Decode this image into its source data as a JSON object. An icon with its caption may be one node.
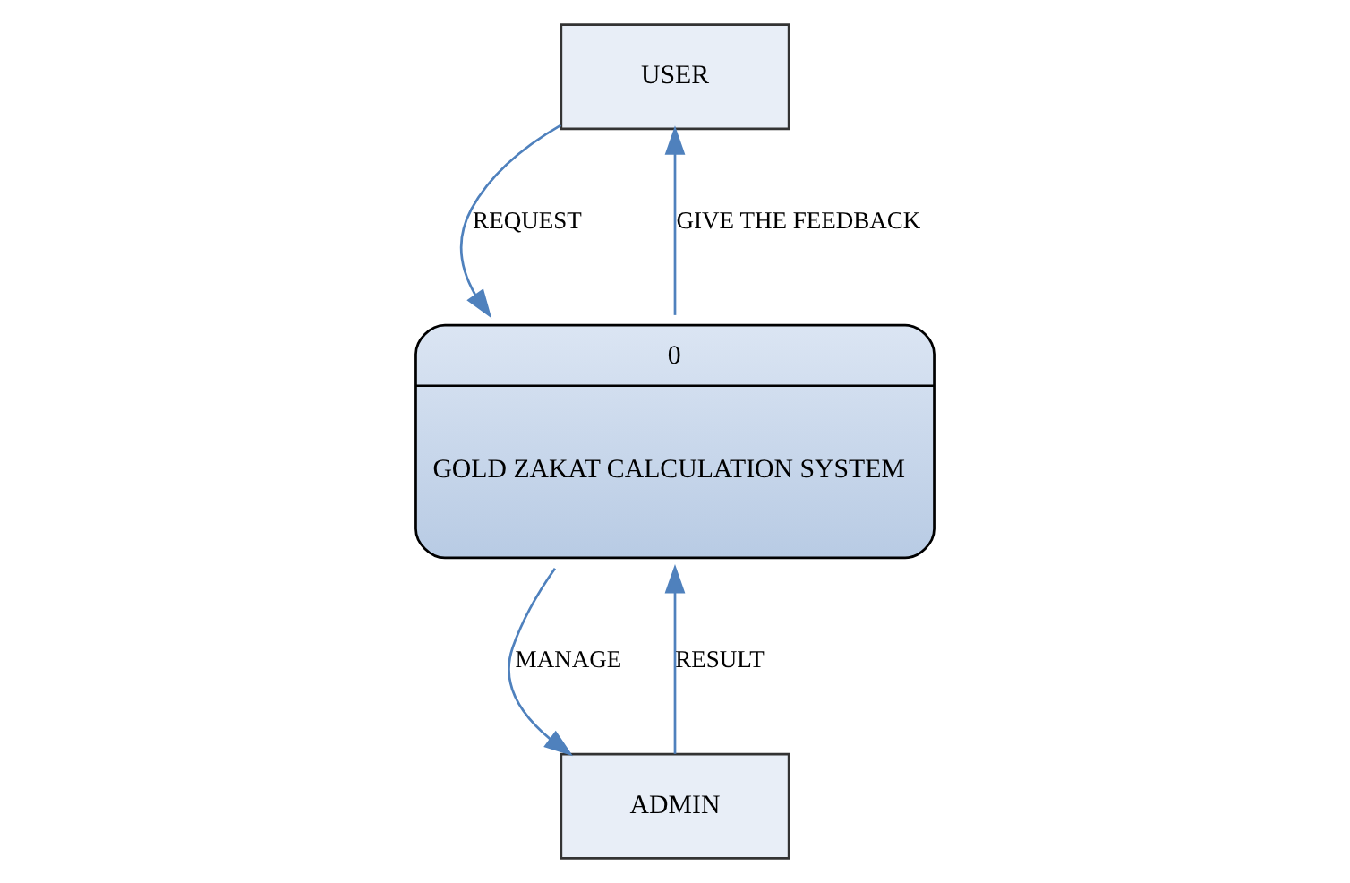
{
  "diagram": {
    "nodes": [
      {
        "text": [
          "USER"
        ]
      },
      {
        "text": [
          "0",
          "GOLD ZAKAT CALCULATION SYSTEM"
        ]
      },
      {
        "text": [
          "ADMIN"
        ]
      }
    ],
    "edges": [
      {
        "from": 0,
        "to": 1,
        "arrow": "to",
        "label": "REQUEST"
      },
      {
        "from": 1,
        "to": 0,
        "arrow": "to",
        "label": "GIVE THE FEEDBACK"
      },
      {
        "from": 2,
        "to": 1,
        "arrow": "to",
        "label": "RESULT"
      },
      {
        "from": 1,
        "to": 2,
        "arrow": "to",
        "label": "MANAGE"
      }
    ]
  }
}
